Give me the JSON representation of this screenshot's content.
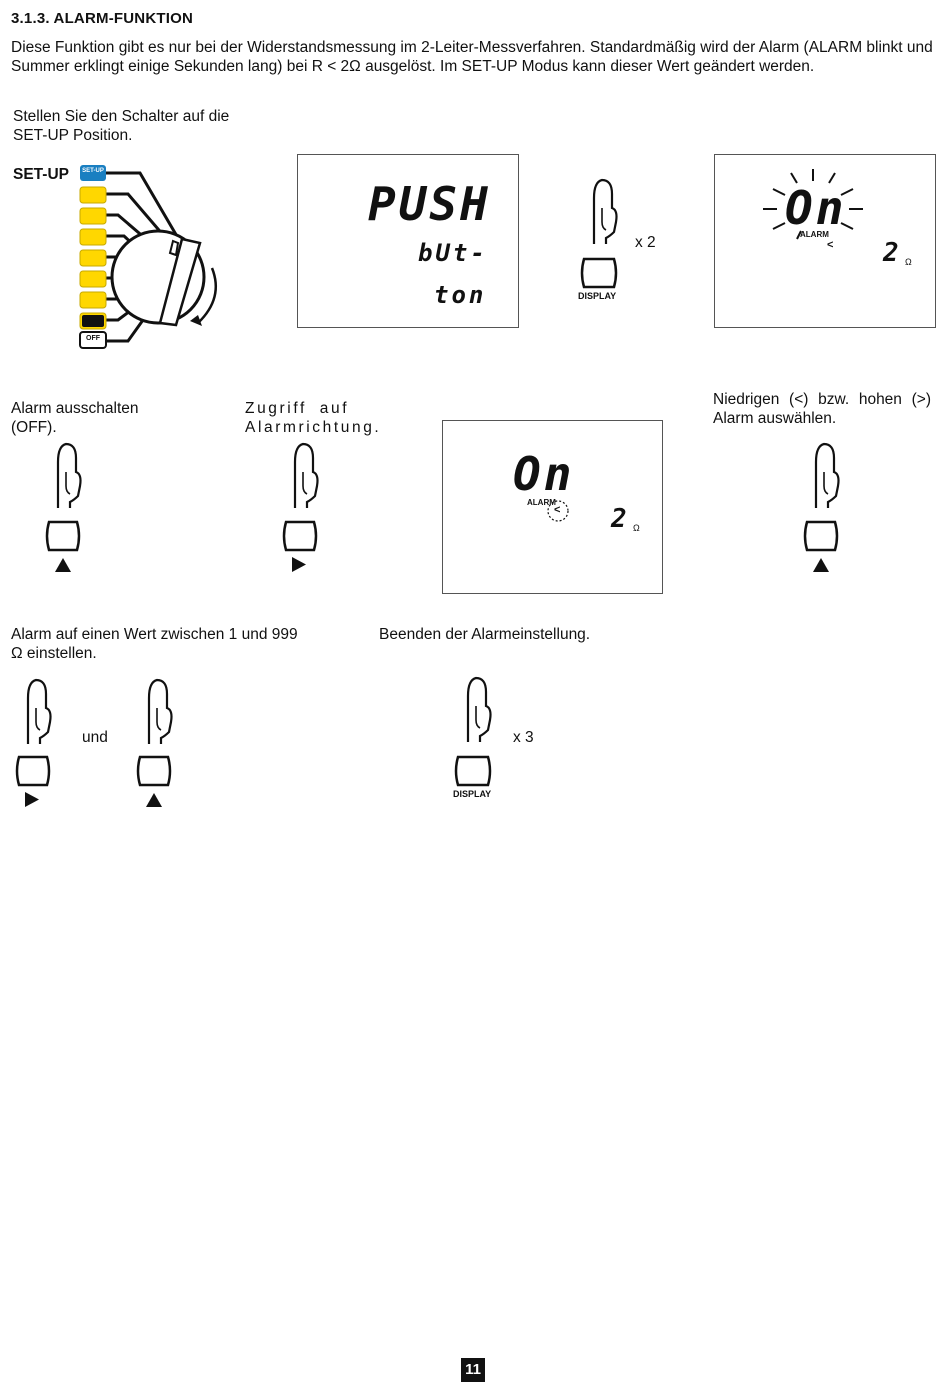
{
  "heading": "3.1.3. ALARM-FUNKTION",
  "intro": "Diese Funktion gibt es nur bei der Widerstandsmessung im 2-Leiter-Messverfahren. Standardmäßig wird der Alarm (ALARM blinkt und Summer erklingt einige Sekunden lang) bei R < 2Ω ausgelöst. Im SET-UP Modus kann dieser Wert geändert werden.",
  "step_setup": "Stellen Sie den Schalter auf die SET-UP Position.",
  "switch": {
    "setup_label": "SET-UP",
    "setup_chip": "SET-UP",
    "off_chip": "OFF"
  },
  "lcd1": {
    "line1": "PUSH",
    "line2": "bUt-",
    "line3": "ton"
  },
  "display_label": "DISPLAY",
  "x2": "x 2",
  "lcd2": {
    "main": "On",
    "alarm": "ALARM",
    "sym": "<",
    "value": "2",
    "unit": "Ω"
  },
  "step_off": "Alarm ausschalten (OFF).",
  "step_access": "Zugriff auf Alarmrichtung.",
  "lcd3": {
    "main": "On",
    "alarm": "ALARM",
    "sym": "<",
    "value": "2",
    "unit": "Ω"
  },
  "step_select": "Niedrigen (<) bzw. hohen (>) Alarm auswählen.",
  "step_value": "Alarm auf einen Wert zwischen 1 und 999 Ω einstellen.",
  "und": "und",
  "step_end": "Beenden der Alarmeinstellung.",
  "x3": "x 3",
  "page_number": "11",
  "colors": {
    "yellow": "#FFD700",
    "setup_blue": "#1a7fc1"
  }
}
